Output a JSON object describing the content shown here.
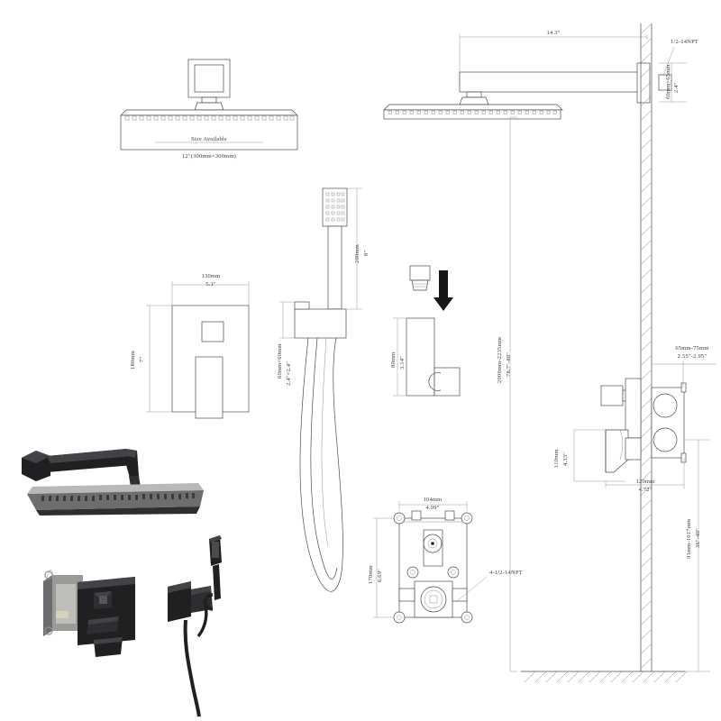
{
  "drawing": {
    "title": "Shower System Specification Drawing",
    "line_color": "#4a4a4a",
    "dim_color": "#8d8d8d",
    "product_color": "#201f21"
  },
  "labels": {
    "size_available": "Size Available",
    "head_size": "12\"(300mm×300mm)",
    "arm_length": "14.3\"",
    "npt_top": "1/2-14NPT",
    "inlet_depth_mm": "60mm×65mm",
    "inlet_depth_in": "2.4\"",
    "trim_width_mm": "130mm",
    "trim_width_in": "5.1\"",
    "trim_height_mm": "180mm",
    "trim_height_in": "7\"",
    "wand_length_mm": "200mm",
    "wand_length_in": "8\"",
    "bracket_base_mm": "60mm×60mm",
    "bracket_base_in": "2.4\"×2.4\"",
    "holder_height_mm": "80mm",
    "holder_height_in": "3.14\"",
    "valve_width_mm": "104mm",
    "valve_width_in": "4.09\"",
    "valve_height_mm": "170mm",
    "valve_height_in": "6.69\"",
    "valve_ports": "4-1/2-14NPT",
    "riser_height_mm": "2000mm-2235mm",
    "riser_height_in": "78.7\"-88\"",
    "rough_in_mm": "65mm-75mm",
    "rough_in_in": "2.55\"-2.95\"",
    "handle_proj_mm": "110mm",
    "handle_proj_in": "4.33\"",
    "plate_width_mm": "120mm",
    "plate_width_in": "4.72\"",
    "valve_height_floor_mm": "91mm-1017mm",
    "valve_height_floor_in": "36\"-40\""
  }
}
